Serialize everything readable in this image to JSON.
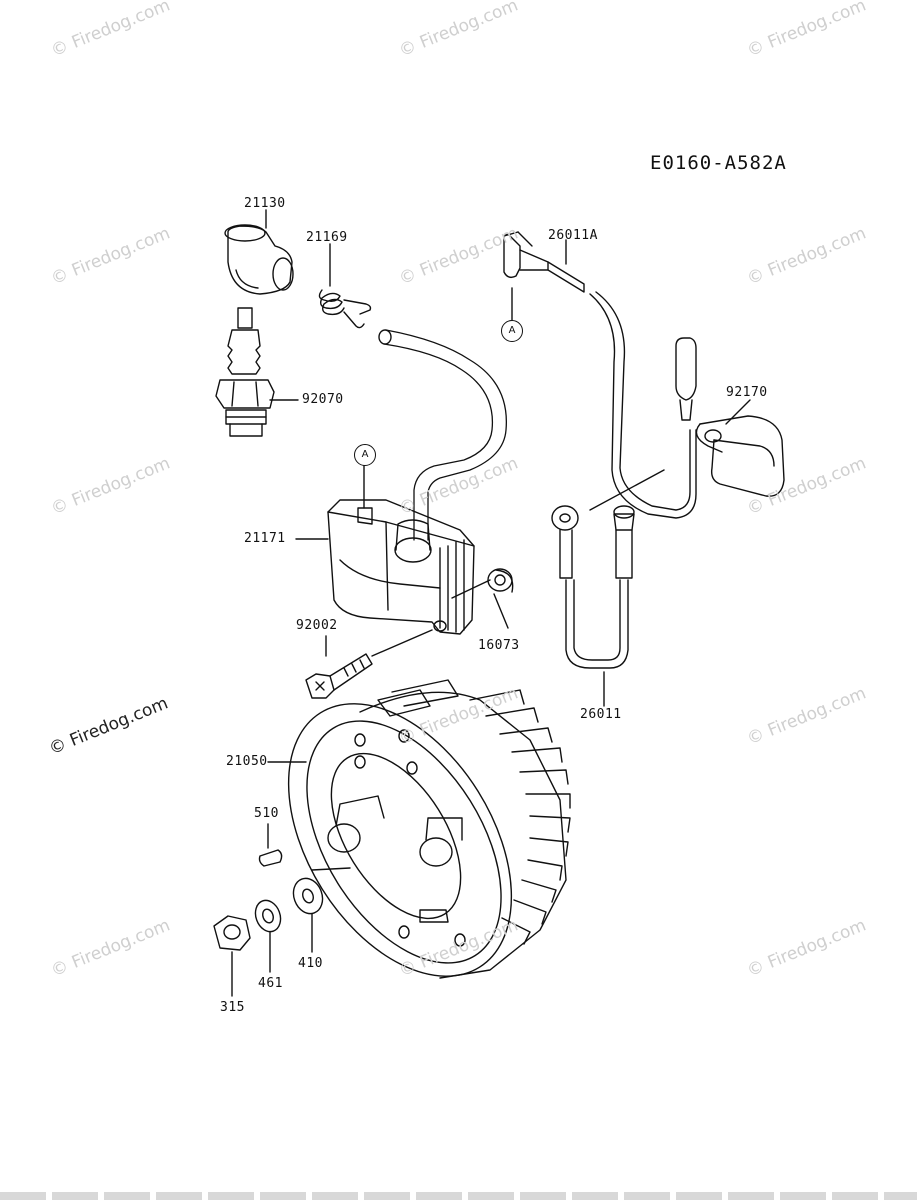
{
  "diagram_code": "E0160-A582A",
  "watermark_text": "© Firedog.com",
  "reference_marker": "A",
  "parts": {
    "p21130": "21130",
    "p21169": "21169",
    "p26011A": "26011A",
    "p92070": "92070",
    "p92170": "92170",
    "p21171": "21171",
    "p92002": "92002",
    "p16073": "16073",
    "p26011": "26011",
    "p21050": "21050",
    "p510": "510",
    "p410": "410",
    "p461": "461",
    "p315": "315"
  },
  "colors": {
    "line": "#111111",
    "watermark": "#cfcfcf"
  }
}
